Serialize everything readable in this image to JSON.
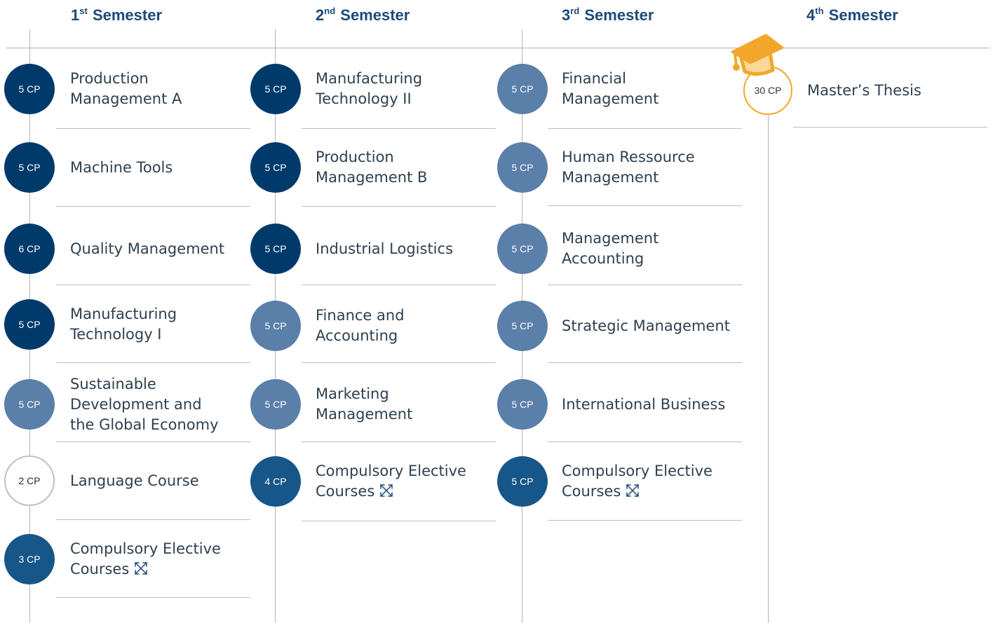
{
  "semesters": [
    {
      "num": "1",
      "suffix": "st",
      "label": "Semester"
    },
    {
      "num": "2",
      "suffix": "nd",
      "label": "Semester"
    },
    {
      "num": "3",
      "suffix": "rd",
      "label": "Semester"
    },
    {
      "num": "4",
      "suffix": "th",
      "label": "Semester"
    }
  ],
  "courses": {
    "s1": [
      {
        "cp": "5 CP",
        "lines": [
          "Production",
          "Management A"
        ],
        "style": "dark"
      },
      {
        "cp": "5 CP",
        "lines": [
          "Machine Tools"
        ],
        "style": "dark"
      },
      {
        "cp": "6 CP",
        "lines": [
          "Quality Management"
        ],
        "style": "dark"
      },
      {
        "cp": "5 CP",
        "lines": [
          "Manufacturing",
          "Technology I"
        ],
        "style": "dark"
      },
      {
        "cp": "5 CP",
        "lines": [
          "Sustainable",
          "Development and",
          "the Global Economy"
        ],
        "style": "light"
      },
      {
        "cp": "2 CP",
        "lines": [
          "Language Course"
        ],
        "style": "outline"
      },
      {
        "cp": "3 CP",
        "lines": [
          "Compulsory Elective",
          "Courses"
        ],
        "style": "mid",
        "expandable": true
      }
    ],
    "s2": [
      {
        "cp": "5 CP",
        "lines": [
          "Manufacturing",
          "Technology II"
        ],
        "style": "dark"
      },
      {
        "cp": "5 CP",
        "lines": [
          "Production",
          "Management B"
        ],
        "style": "dark"
      },
      {
        "cp": "5 CP",
        "lines": [
          "Industrial Logistics"
        ],
        "style": "dark"
      },
      {
        "cp": "5 CP",
        "lines": [
          "Finance and",
          "Accounting"
        ],
        "style": "light"
      },
      {
        "cp": "5 CP",
        "lines": [
          "Marketing",
          "Management"
        ],
        "style": "light"
      },
      {
        "cp": "4 CP",
        "lines": [
          "Compulsory Elective",
          "Courses"
        ],
        "style": "mid",
        "expandable": true
      }
    ],
    "s3": [
      {
        "cp": "5 CP",
        "lines": [
          "Financial",
          "Management"
        ],
        "style": "light"
      },
      {
        "cp": "5 CP",
        "lines": [
          "Human Ressource",
          "Management"
        ],
        "style": "light"
      },
      {
        "cp": "5 CP",
        "lines": [
          "Management",
          "Accounting"
        ],
        "style": "light"
      },
      {
        "cp": "5 CP",
        "lines": [
          "Strategic Management"
        ],
        "style": "light"
      },
      {
        "cp": "5 CP",
        "lines": [
          "International Business"
        ],
        "style": "light"
      },
      {
        "cp": "5 CP",
        "lines": [
          "Compulsory Elective",
          "Courses"
        ],
        "style": "mid",
        "expandable": true
      }
    ],
    "s4": [
      {
        "cp": "30 CP",
        "lines": [
          "Master’s Thesis"
        ],
        "style": "gold"
      }
    ]
  },
  "icons": {
    "expand": "expand-arrows-icon",
    "graduation": "graduation-cap-icon"
  },
  "colors": {
    "header": "#1c4a7a",
    "dark": "#003a6b",
    "mid": "#175688",
    "light": "#5a7fa8",
    "gold": "#f2a72a"
  }
}
